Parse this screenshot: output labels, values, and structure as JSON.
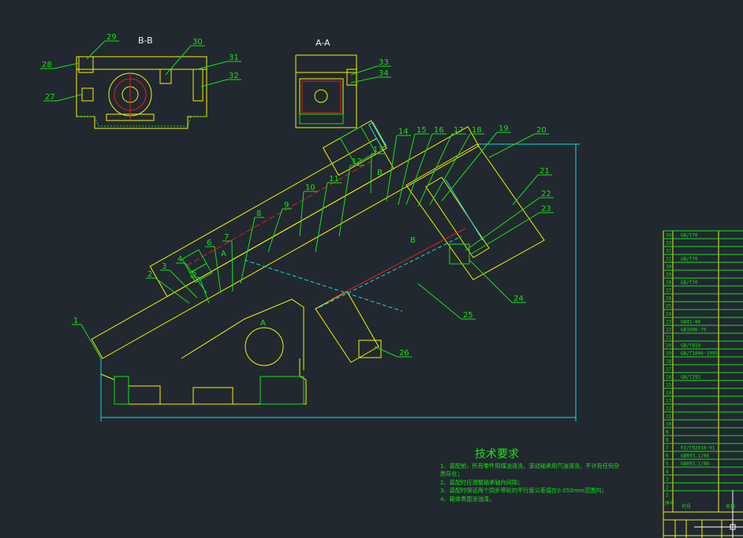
{
  "views": {
    "section_bb": "B-B",
    "section_aa": "A-A",
    "marker_a": "A",
    "marker_b": "B"
  },
  "part_labels": [
    "1",
    "2",
    "3",
    "4",
    "5",
    "6",
    "7",
    "8",
    "9",
    "10",
    "11",
    "12",
    "13",
    "14",
    "15",
    "16",
    "17",
    "18",
    "19",
    "20",
    "21",
    "22",
    "23",
    "24",
    "25",
    "26",
    "27",
    "28",
    "29",
    "30",
    "31",
    "32",
    "33",
    "34"
  ],
  "tech_requirements": {
    "title": "技术要求",
    "items": [
      "1、装配前，所有零件用煤油清洗，滚动轴承用汽油清洗，不许有任何杂质存在；",
      "2、装配时应调整轴承轴向间隙；",
      "3、装配时保证两个同步带轮的平行度公差值在0.050mm范围内；",
      "4、箱体表面涂油漆。"
    ]
  },
  "parts_table": {
    "rows": [
      {
        "no": "34",
        "code": "GB/T70"
      },
      {
        "no": "33",
        "code": ""
      },
      {
        "no": "32",
        "code": ""
      },
      {
        "no": "31",
        "code": "GB/T70"
      },
      {
        "no": "30",
        "code": ""
      },
      {
        "no": "29",
        "code": ""
      },
      {
        "no": "28",
        "code": "GB/T70"
      },
      {
        "no": "27",
        "code": ""
      },
      {
        "no": "26",
        "code": ""
      },
      {
        "no": "25",
        "code": ""
      },
      {
        "no": "24",
        "code": ""
      },
      {
        "no": "23",
        "code": "GB41-86"
      },
      {
        "no": "22",
        "code": "GB1096-79"
      },
      {
        "no": "21",
        "code": ""
      },
      {
        "no": "20",
        "code": "GB/T810"
      },
      {
        "no": "19",
        "code": "GB/T1096-1995"
      },
      {
        "no": "18",
        "code": ""
      },
      {
        "no": "17",
        "code": ""
      },
      {
        "no": "16",
        "code": "GB/T292"
      },
      {
        "no": "15",
        "code": ""
      },
      {
        "no": "14",
        "code": ""
      },
      {
        "no": "13",
        "code": ""
      },
      {
        "no": "12",
        "code": ""
      },
      {
        "no": "11",
        "code": ""
      },
      {
        "no": "10",
        "code": ""
      },
      {
        "no": "9",
        "code": ""
      },
      {
        "no": "8",
        "code": ""
      },
      {
        "no": "7",
        "code": "FZ/T92010-91"
      },
      {
        "no": "6",
        "code": "GB893.1/86"
      },
      {
        "no": "5",
        "code": "GB893.1/86"
      },
      {
        "no": "4",
        "code": ""
      },
      {
        "no": "3",
        "code": ""
      },
      {
        "no": "2",
        "code": ""
      },
      {
        "no": "1",
        "code": ""
      }
    ],
    "header": {
      "no": "序号",
      "code": "代号",
      "name": "名称"
    }
  }
}
